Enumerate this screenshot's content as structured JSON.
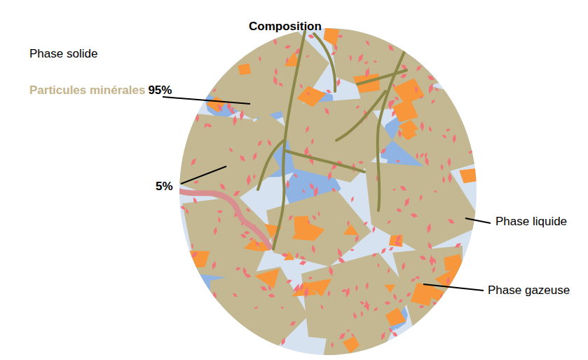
{
  "diagram": {
    "title": "Composition",
    "labels": [
      "Phase solide",
      "Particules minérales",
      "95%",
      "5%",
      "Phase liquide",
      "Phase gazeuse"
    ]
  }
}
